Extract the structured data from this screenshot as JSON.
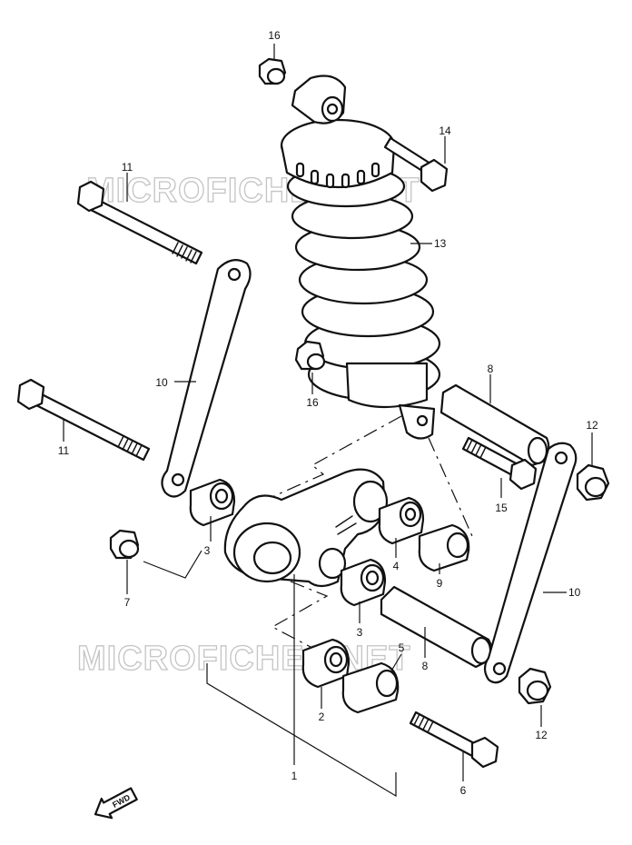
{
  "watermark": "MICROFICHES.NET",
  "direction_label": "FWD",
  "callouts": {
    "c1": "1",
    "c2": "2",
    "c3a": "3",
    "c3b": "3",
    "c4": "4",
    "c5": "5",
    "c6": "6",
    "c7": "7",
    "c8a": "8",
    "c8b": "8",
    "c9": "9",
    "c10a": "10",
    "c10b": "10",
    "c11a": "11",
    "c11b": "11",
    "c12a": "12",
    "c12b": "12",
    "c13": "13",
    "c14": "14",
    "c15": "15",
    "c16a": "16",
    "c16b": "16"
  }
}
